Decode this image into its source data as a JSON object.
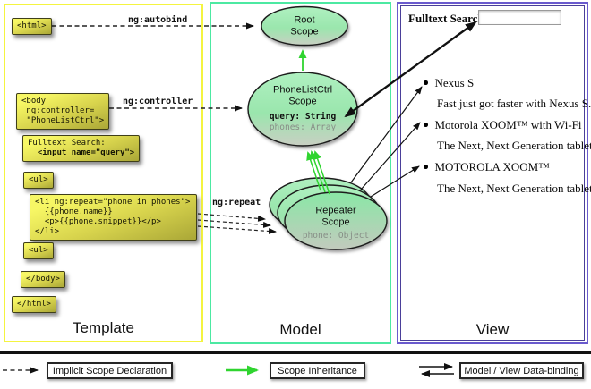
{
  "template_panel": {
    "label": "Template",
    "tag_html_open": "<html>",
    "tag_body_open": "<body\n ng:controller=\n \"PhoneListCtrl\">",
    "fulltext_line1": "Fulltext Search:",
    "fulltext_line2": "  <input name=\"query\">",
    "tag_ul_open": "<ul>",
    "tag_li_repeat": "<li ng:repeat=\"phone in phones\">\n  {{phone.name}}\n  <p>{{phone.snippet}}</p>\n</li>",
    "tag_ul_close": "<ul>",
    "tag_body_close": "</body>",
    "tag_html_close": "</html>"
  },
  "arrow_labels": {
    "autobind": "ng:autobind",
    "controller": "ng:controller",
    "repeat": "ng:repeat"
  },
  "model_panel": {
    "label": "Model",
    "root_scope_title": "Root\nScope",
    "phonelist_title": "PhoneListCtrl\nScope",
    "phonelist_prop_query": "query: String",
    "phonelist_prop_phones": "phones: Array",
    "repeater_title": "Repeater\nScope",
    "repeater_prop_phone": "phone: Object"
  },
  "view_panel": {
    "label": "View",
    "search_label": "Fulltext Search:",
    "search_value": "",
    "items": [
      {
        "title": "Nexus S",
        "desc": "Fast just got faster with Nexus S."
      },
      {
        "title": "Motorola XOOM™ with Wi-Fi",
        "desc": "The Next, Next Generation tablet."
      },
      {
        "title": "MOTOROLA XOOM™",
        "desc": "The Next, Next Generation tablet."
      }
    ]
  },
  "legend": {
    "implicit": "Implicit Scope Declaration",
    "inheritance": "Scope Inheritance",
    "binding": "Model / View Data-binding"
  },
  "colors": {
    "template_border": "#f4f440",
    "model_border": "#4ce9a2",
    "view_border": "#6a5acd",
    "green_arrow": "#2fd42f",
    "scope_fill_top": "#a9eebb",
    "scope_fill_bottom": "#c9cfc3",
    "code_box_top": "#f7f765",
    "code_box_bottom": "#aaa737"
  }
}
